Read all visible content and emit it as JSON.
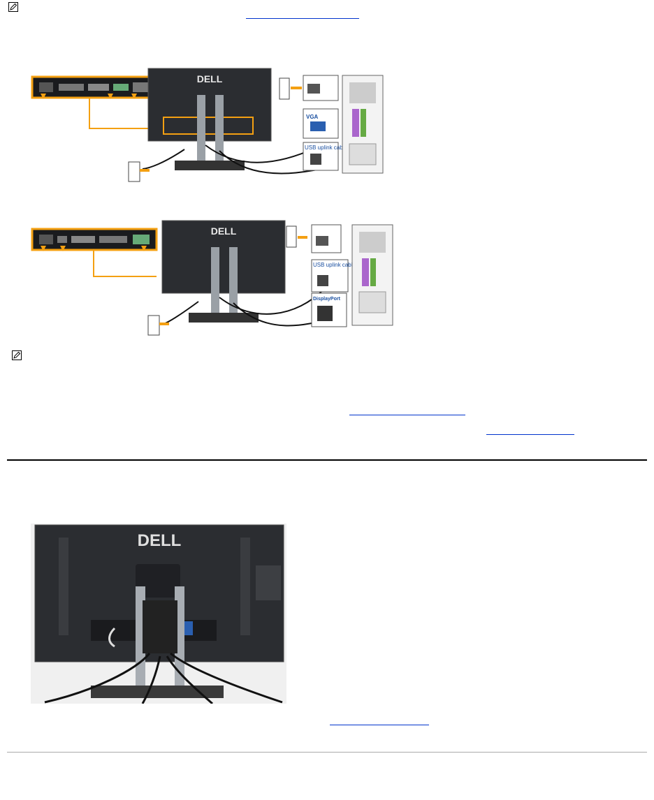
{
  "links": {
    "top": " ",
    "mid1": " ",
    "mid2": " ",
    "bottom": " "
  },
  "figures": {
    "vga_labels": [
      "VGA",
      "USB uplink cable"
    ],
    "dp_labels": [
      "USB uplink cable",
      "DisplayPort"
    ],
    "logo": "DELL"
  },
  "colors": {
    "accent": "#f4a012",
    "link": "#0033cc",
    "monitor": "#2b2d31"
  }
}
